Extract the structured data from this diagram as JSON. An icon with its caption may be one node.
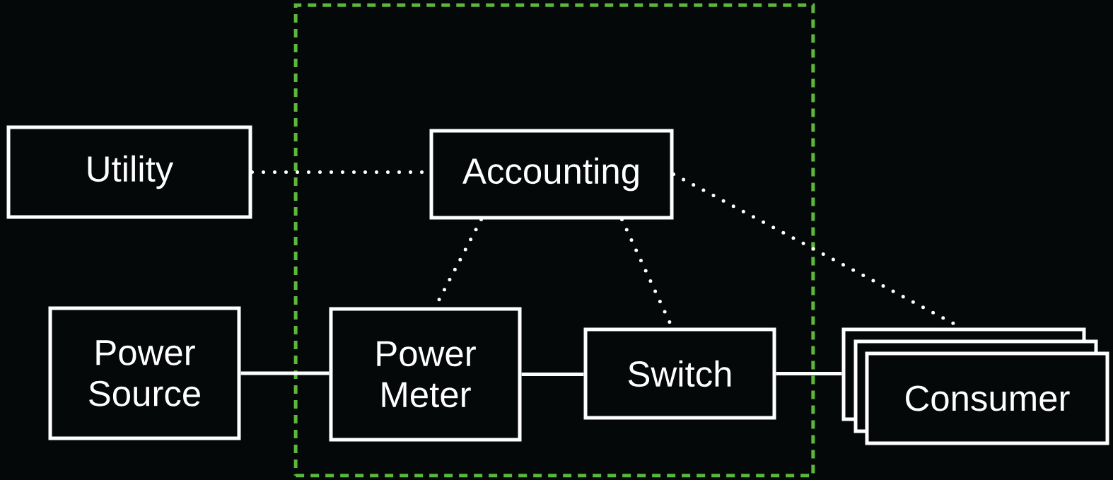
{
  "diagram": {
    "nodes": [
      {
        "text": [],
        "shape": "box"
      },
      {
        "text": [
          "Utility"
        ]
      },
      {
        "text": [
          "Accounting"
        ],
        "in": 0
      },
      {
        "text": [
          "Power Source"
        ]
      },
      {
        "text": [
          "Power Meter"
        ],
        "in": 0
      },
      {
        "text": [
          "Switch"
        ],
        "in": 0
      },
      {
        "text": [
          "Consumer"
        ]
      }
    ],
    "edges": [
      {
        "from": 1,
        "to": 2,
        "arrow": "none",
        "style": "dashed"
      },
      {
        "from": 2,
        "to": 4,
        "arrow": "none",
        "style": "dashed"
      },
      {
        "from": 2,
        "to": 5,
        "arrow": "none",
        "style": "dashed"
      },
      {
        "from": 2,
        "to": 6,
        "arrow": "none",
        "style": "dashed"
      },
      {
        "from": 3,
        "to": 4,
        "arrow": "none"
      },
      {
        "from": 4,
        "to": 5,
        "arrow": "none"
      },
      {
        "from": 5,
        "to": 6,
        "arrow": "none"
      }
    ]
  }
}
